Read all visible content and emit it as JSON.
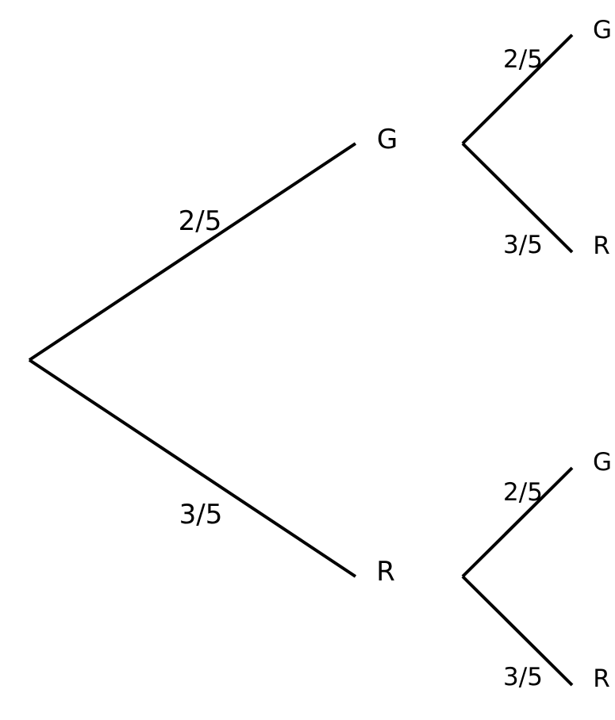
{
  "tree": {
    "first_stage": {
      "upper": {
        "outcome": "G",
        "probability": "2/5"
      },
      "lower": {
        "outcome": "R",
        "probability": "3/5"
      }
    },
    "second_stage_after_G": {
      "upper": {
        "outcome": "G",
        "probability": "2/5"
      },
      "lower": {
        "outcome": "R",
        "probability": "3/5"
      }
    },
    "second_stage_after_R": {
      "upper": {
        "outcome": "G",
        "probability": "2/5"
      },
      "lower": {
        "outcome": "R",
        "probability": "3/5"
      }
    }
  },
  "colors": {
    "line": "#000000",
    "text": "#000000",
    "background": "#ffffff"
  }
}
